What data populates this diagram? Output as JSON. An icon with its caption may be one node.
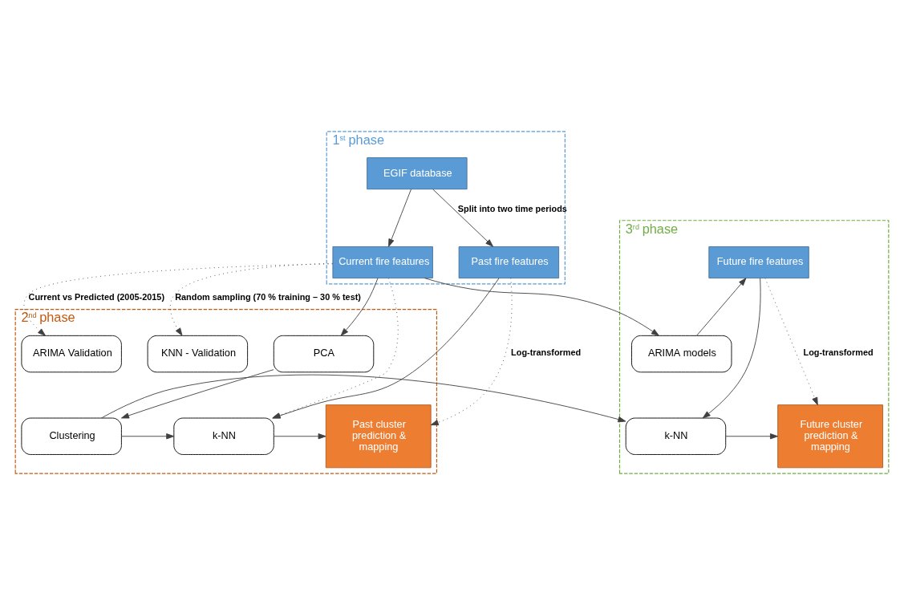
{
  "diagram": {
    "nodes": [
      {
        "text": [
          "1$^{st}$ phase"
        ]
      },
      {
        "text": [
          "EGIF database"
        ],
        "in": 0
      },
      {
        "text": [
          "Past fire features"
        ],
        "in": 0
      },
      {
        "text": [
          "Current fire features"
        ],
        "in": 0
      },
      {
        "text": [
          "3$^{rd}$ phase"
        ]
      },
      {
        "text": [
          "ARIMA models"
        ],
        "in": 4
      },
      {
        "text": [
          "Future fire features"
        ],
        "in": 4
      },
      {
        "text": [
          "2$^{nd}$ phase"
        ]
      },
      {
        "text": [
          "Past cluster prediction & mapping"
        ],
        "in": 7
      },
      {
        "text": [
          "k-NN"
        ],
        "in": 7
      },
      {
        "text": [
          "PCA"
        ],
        "in": 7
      },
      {
        "text": [
          "Clustering"
        ],
        "in": 7
      },
      {
        "text": [
          "ARIMA Validation"
        ],
        "in": 7
      },
      {
        "text": [
          "KNN - Validation"
        ],
        "in": 7
      },
      {
        "text": [
          "k-NN"
        ],
        "in": 4
      },
      {
        "text": [
          "Future cluster prediction & mapping"
        ],
        "in": 4
      }
    ],
    "edges": [
      {
        "from": 1,
        "to": 2,
        "arrow": "to",
        "label": "Split into two time periods"
      },
      {
        "from": 1,
        "to": 3,
        "arrow": "to"
      },
      {
        "from": 3,
        "to": 5,
        "arrow": "to"
      },
      {
        "from": 5,
        "to": 6,
        "arrow": "to"
      },
      {
        "from": 2,
        "to": 8,
        "arrow": "to",
        "style": "dashed",
        "label": "Log-transformed"
      },
      {
        "from": 2,
        "to": 9,
        "arrow": "to"
      },
      {
        "from": 3,
        "to": 9,
        "arrow": "to",
        "style": "dashed"
      },
      {
        "from": 3,
        "to": 10,
        "arrow": "to"
      },
      {
        "from": 10,
        "to": 11,
        "arrow": "to"
      },
      {
        "from": 11,
        "to": 9,
        "arrow": "to"
      },
      {
        "from": 9,
        "to": 8,
        "arrow": "to"
      },
      {
        "from": 3,
        "to": 13,
        "arrow": "to",
        "style": "dashed",
        "label": "Random sampling (70 % training – 30 % test)"
      },
      {
        "from": 3,
        "to": 12,
        "arrow": "to",
        "style": "dashed",
        "label": "Current vs Predicted (2005-2015)"
      },
      {
        "from": 11,
        "to": 14,
        "arrow": "to"
      },
      {
        "from": 6,
        "to": 14,
        "arrow": "to"
      },
      {
        "from": 14,
        "to": 15,
        "arrow": "to"
      },
      {
        "from": 6,
        "to": 15,
        "arrow": "to",
        "style": "dashed",
        "label": "Log-transformed"
      }
    ]
  }
}
